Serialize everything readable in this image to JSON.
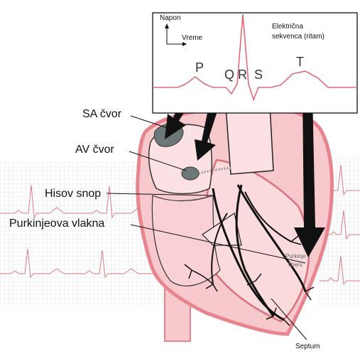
{
  "ecg_box": {
    "y_axis_label": "Napon",
    "x_axis_label": "Vreme",
    "caption_line1": "Električna",
    "caption_line2": "sekvenca (ritam)",
    "waves": {
      "p": "P",
      "q": "Q",
      "r": "R",
      "s": "S",
      "t": "T"
    }
  },
  "labels": {
    "sa_node": "SA čvor",
    "av_node": "AV čvor",
    "his_bundle": "Hisov snop",
    "purkinje_fibers": "Purkinjeova vlakna",
    "purkinje_inner_line1": "Purkinje",
    "purkinje_inner_line2": "fibers",
    "septum": "Septum"
  },
  "colors": {
    "ecg_trace": "#e06a78",
    "heart_wall": "#e8848e",
    "heart_fill": "#f7c9cc",
    "node_gray": "#6e7778",
    "conduction": "#111111",
    "grid": "#cfd3d4"
  }
}
